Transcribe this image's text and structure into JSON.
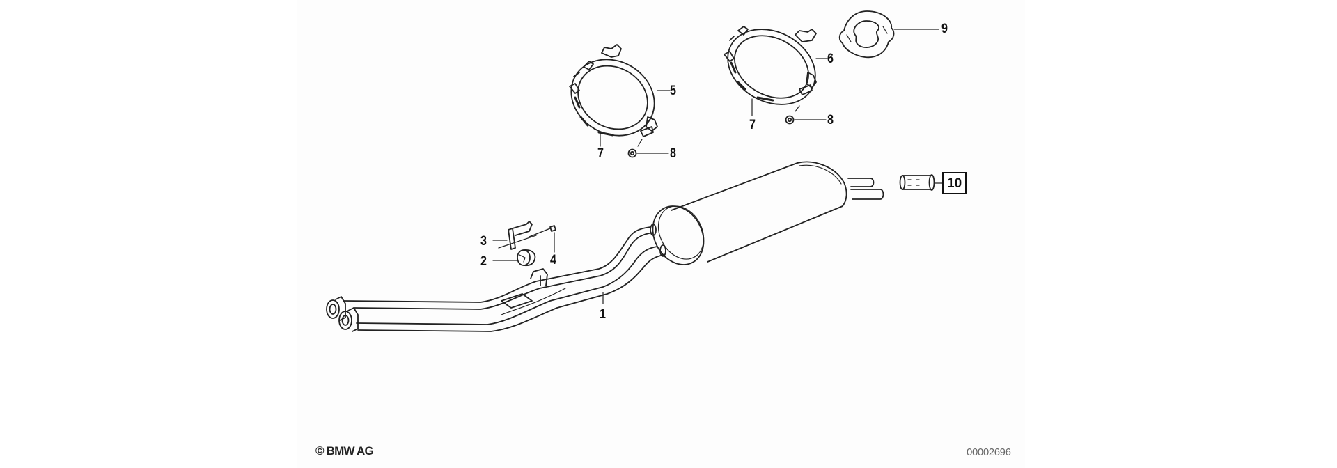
{
  "diagram": {
    "type": "exploded-parts-diagram",
    "subject": "Exhaust system (front pipe, rear muffler, clamps)",
    "colors": {
      "background": "#ffffff",
      "panel": "#fdfdfd",
      "line": "#222222",
      "callout_text": "#111111",
      "docnum_text": "#666666"
    },
    "callouts": [
      {
        "id": "c1",
        "label": "1",
        "part": "front-pipe"
      },
      {
        "id": "c2",
        "label": "2",
        "part": "rubber-mount"
      },
      {
        "id": "c3",
        "label": "3",
        "part": "bracket"
      },
      {
        "id": "c4",
        "label": "4",
        "part": "bolt"
      },
      {
        "id": "c5",
        "label": "5",
        "part": "clamp-front"
      },
      {
        "id": "c6",
        "label": "6",
        "part": "clamp-rear"
      },
      {
        "id": "c7a",
        "label": "7",
        "part": "clamp-strap-front"
      },
      {
        "id": "c7b",
        "label": "7",
        "part": "clamp-strap-rear"
      },
      {
        "id": "c8a",
        "label": "8",
        "part": "nut-front"
      },
      {
        "id": "c8b",
        "label": "8",
        "part": "nut-rear"
      },
      {
        "id": "c9",
        "label": "9",
        "part": "gasket"
      },
      {
        "id": "c10",
        "label": "10",
        "part": "tailpipe-sleeve",
        "boxed": true
      }
    ],
    "footer": {
      "copyright": "© BMW AG",
      "document_number": "00002696"
    }
  }
}
